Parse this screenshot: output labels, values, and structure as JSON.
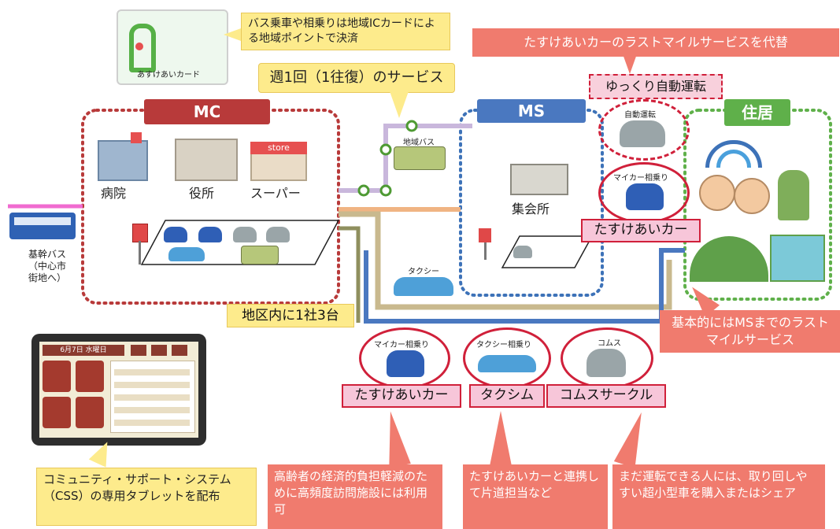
{
  "card": {
    "caption": "あすけあいカード"
  },
  "card_callout": "バス乗車や相乗りは地域ICカードによる地域ポイントで決済",
  "weekly_callout": "週1回（1往復）のサービス",
  "lastmile_callout": "たすけあいカーのラストマイルサービスを代替",
  "slow_drive": "ゆっくり自動運転",
  "mc": {
    "title": "MC",
    "hospital": "病院",
    "city_hall": "役所",
    "supermarket": "スーパー",
    "store_sign": "store"
  },
  "ms": {
    "title": "MS",
    "community_hall": "集会所"
  },
  "home": {
    "title": "住居"
  },
  "trunk_bus": "基幹バス\n（中心市\n街地へ）",
  "area_bus": "地域バス",
  "taxi": "タクシー",
  "auto_drive": "自動運転",
  "mycar_share": "マイカー相乗り",
  "tasukeai_car": "たすけあいカー",
  "taxi_companies": "地区内に1社3台",
  "basic_callout": "基本的にはMSまでのラストマイルサービス",
  "bottom_circles": [
    {
      "caption": "マイカー相乗り",
      "label": "たすけあいカー"
    },
    {
      "caption": "タクシー相乗り",
      "label": "タクシム"
    },
    {
      "caption": "コムス",
      "label": "コムスサークル"
    }
  ],
  "bottom_callouts": [
    "高齢者の経済的負担軽減のために高頻度訪問施設には利用可",
    "たすけあいカーと連携して片道担当など",
    "まだ運転できる人には、取り回しやすい超小型車を購入またはシェア"
  ],
  "tablet": {
    "date": "6月7日 水曜日",
    "buttons": [
      "",
      "",
      "",
      ""
    ],
    "list": [
      "",
      "",
      "",
      "",
      ""
    ]
  },
  "tablet_callout": "コミュニティ・サポート・システム（CSS）の専用タブレットを配布",
  "colors": {
    "mc_red": "#b83a3a",
    "ms_blue": "#4a78c0",
    "home_green": "#5fb04a",
    "callout_red": "#f07b6e",
    "callout_yellow": "#fdeb8c"
  }
}
